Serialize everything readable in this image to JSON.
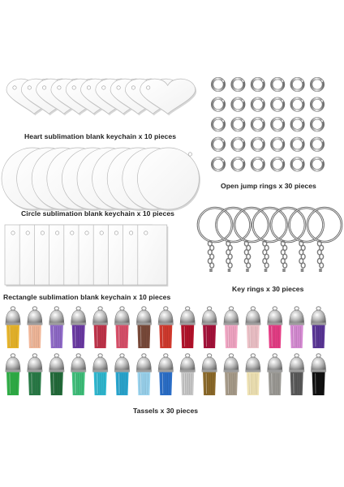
{
  "labels": {
    "heart": "Heart sublimation blank keychain x 10 pieces",
    "circle": "Circle sublimation blank keychain x 10 pieces",
    "rectangle": "Rectangle sublimation blank keychain x 10 pieces",
    "jump_rings": "Open jump rings x 30 pieces",
    "key_rings": "Key rings x 30 pieces",
    "tassels": "Tassels x 30 pieces"
  },
  "tassel_colors": {
    "row1": [
      "#e8b52a",
      "#f2b89a",
      "#8f6ac8",
      "#6b3aa3",
      "#c0334a",
      "#d9506a",
      "#7a4a3a",
      "#d23a2e",
      "#b3122a",
      "#a5123a",
      "#f2a6c4",
      "#eec2c8",
      "#e63e86",
      "#d68bd3",
      "#5a3696"
    ],
    "row2": [
      "#2fae46",
      "#2a7b47",
      "#236b3a",
      "#3fbf7a",
      "#2fb8d0",
      "#2aa6cf",
      "#9ad3ee",
      "#2b6fc9",
      "#c7c7c7",
      "#8c6a2a",
      "#a89c8a",
      "#f0e3b4",
      "#9c9a95",
      "#5a5a5a",
      "#111111"
    ]
  },
  "colors": {
    "blank": "#ffffff",
    "blank_edge": "#b9b9b9",
    "ring": "#9b9b9b",
    "metal": "#b8b8b8"
  }
}
